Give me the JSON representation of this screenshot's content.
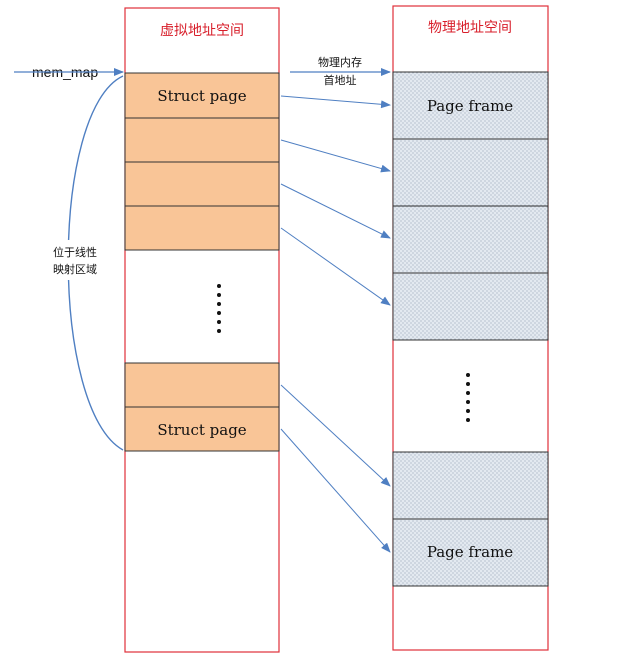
{
  "virtual_space": {
    "title": "虚拟地址空间",
    "top_label": "Struct page",
    "bottom_label": "Struct page"
  },
  "physical_space": {
    "title": "物理地址空间",
    "top_label": "Page frame",
    "bottom_label": "Page frame"
  },
  "annotations": {
    "mem_map": "mem_map",
    "phys_start_line1": "物理内存",
    "phys_start_line2": "首地址",
    "linear_region_line1": "位于线性",
    "linear_region_line2": "映射区域"
  },
  "colors": {
    "border_red": "#e0303a",
    "struct_fill": "#f9c597",
    "frame_fill": "#dde4ec",
    "arrow_blue": "#4f7fc2",
    "text_red": "#d81e2a"
  },
  "icons": {
    "ellipsis_dots": "vertical-ellipsis"
  }
}
